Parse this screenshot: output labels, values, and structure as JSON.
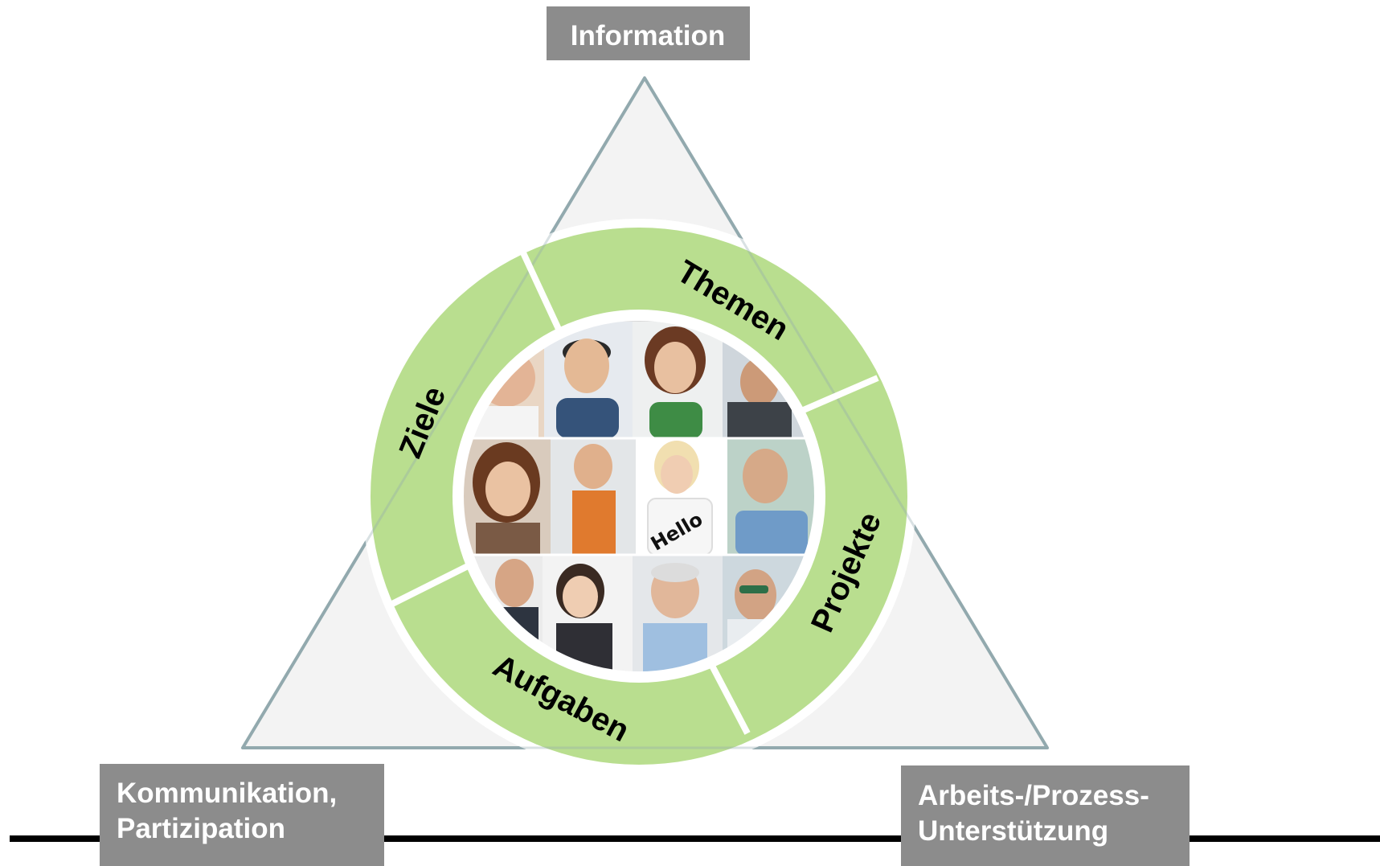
{
  "corners": {
    "top": "Information",
    "bottom_left": [
      "Kommunikation,",
      "Partizipation"
    ],
    "bottom_right": [
      "Arbeits-/Prozess-",
      "Unterstützung"
    ]
  },
  "ring_segments": [
    "Themen",
    "Projekte",
    "Aufgaben",
    "Ziele"
  ],
  "photo_caption": "Hello",
  "colors": {
    "triangle_fill": "#f3f3f3",
    "triangle_stroke": "#93aaae",
    "ring_green": "#b9de8f",
    "box_gray": "#8c8c8c",
    "baseline": "#000000"
  },
  "icons": {
    "people_grid": "portrait-photos-collage"
  }
}
